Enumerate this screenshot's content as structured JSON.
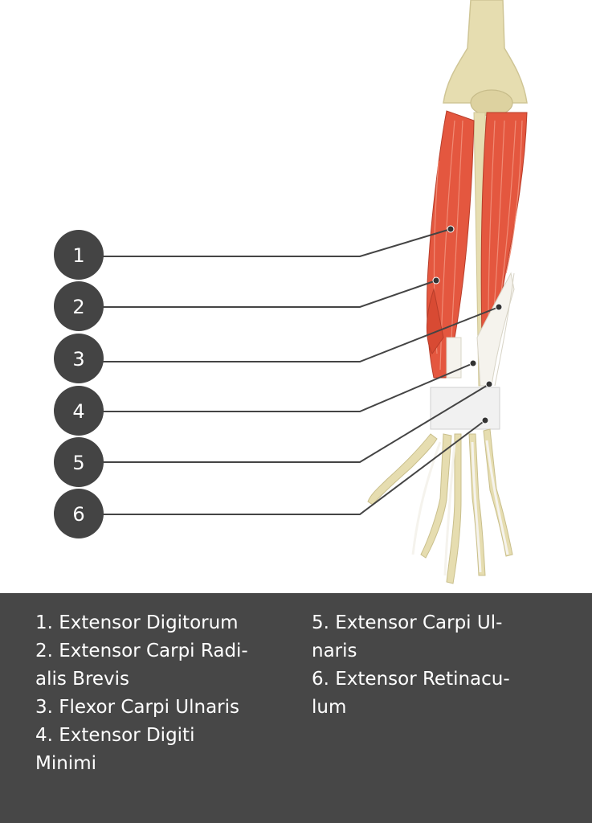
{
  "markers": [
    {
      "number": "1",
      "label": "1. Extensor Digitorum"
    },
    {
      "number": "2",
      "label": "2. Extensor Carpi Radi-\nalis Brevis"
    },
    {
      "number": "3",
      "label": "3. Flexor Carpi Ulnaris"
    },
    {
      "number": "4",
      "label": "4. Extensor Digiti\nMinimi"
    },
    {
      "number": "5",
      "label": "5. Extensor Carpi Ul-\nnaris"
    },
    {
      "number": "6",
      "label": "6. Extensor Retinacu-\nlum"
    }
  ],
  "colors": {
    "muscle": "#e4573f",
    "bone": "#e6ddb0",
    "tendon": "#f3f1ea",
    "marker": "#444444",
    "legend_bg": "#474747",
    "legend_text": "#ffffff"
  }
}
